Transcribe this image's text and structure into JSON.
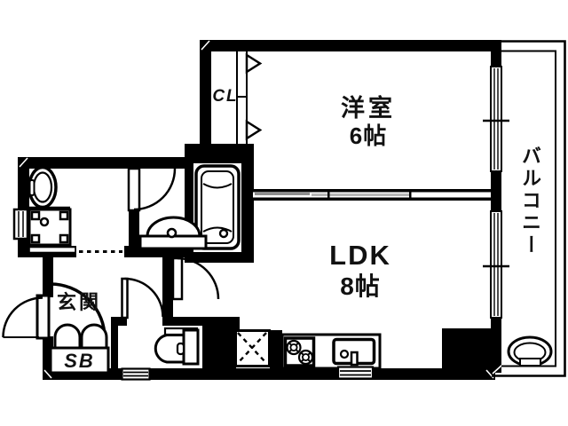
{
  "title": "apartment-floor-plan",
  "colors": {
    "background": "#ffffff",
    "walls": "#000000",
    "text": "#111111",
    "sliding_panel_gray_dark": "#8f8f8f",
    "sliding_panel_gray_light": "#b5b5b5"
  },
  "rooms": {
    "closet": {
      "label": "CL"
    },
    "western_room": {
      "label": "洋室",
      "size": "6帖"
    },
    "ldk": {
      "label": "LDK",
      "size": "8帖"
    },
    "balcony": {
      "label": "バルコニー"
    },
    "entrance": {
      "label": "玄関"
    },
    "shoe_box": {
      "label": "SB"
    }
  },
  "fixtures": [
    "bathtub-icon",
    "washbasin-icon",
    "toilet-icon",
    "washing-machine-icon",
    "gas-stove-icon",
    "kitchen-sink-icon",
    "refrigerator-space-icon",
    "slop-sink-icon",
    "closet-folding-door-icon",
    "sliding-partition-icon",
    "hinged-door-icon",
    "entrance-door-icon",
    "accordion-door-icon",
    "window-icon",
    "vent-window-icon"
  ]
}
